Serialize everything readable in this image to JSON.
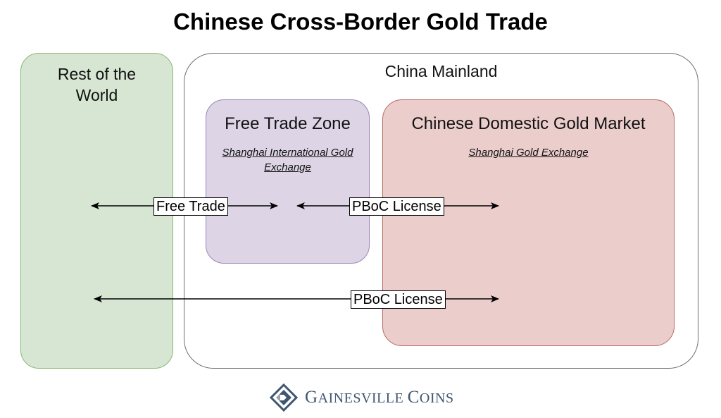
{
  "title": "Chinese Cross-Border Gold Trade",
  "regions": {
    "rest_of_world": "Rest of the World",
    "china_mainland": "China Mainland",
    "free_trade_zone": {
      "name": "Free Trade Zone",
      "exchange": "Shanghai International Gold Exchange"
    },
    "domestic_market": {
      "name": "Chinese Domestic Gold Market",
      "exchange": "Shanghai Gold Exchange"
    }
  },
  "connections": [
    {
      "label": "Free Trade",
      "from": "Rest of the World",
      "to": "Free Trade Zone",
      "direction": "bidirectional"
    },
    {
      "label": "PBoC License",
      "from": "Free Trade Zone",
      "to": "Chinese Domestic Gold Market",
      "direction": "bidirectional"
    },
    {
      "label": "PBoC License",
      "from": "Rest of the World",
      "to": "Chinese Domestic Gold Market",
      "direction": "bidirectional"
    }
  ],
  "brand": {
    "name_first_initial": "G",
    "name_first_rest": "AINESVILLE",
    "name_second_initial": "C",
    "name_second_rest": "OINS",
    "color": "#3f5670"
  }
}
